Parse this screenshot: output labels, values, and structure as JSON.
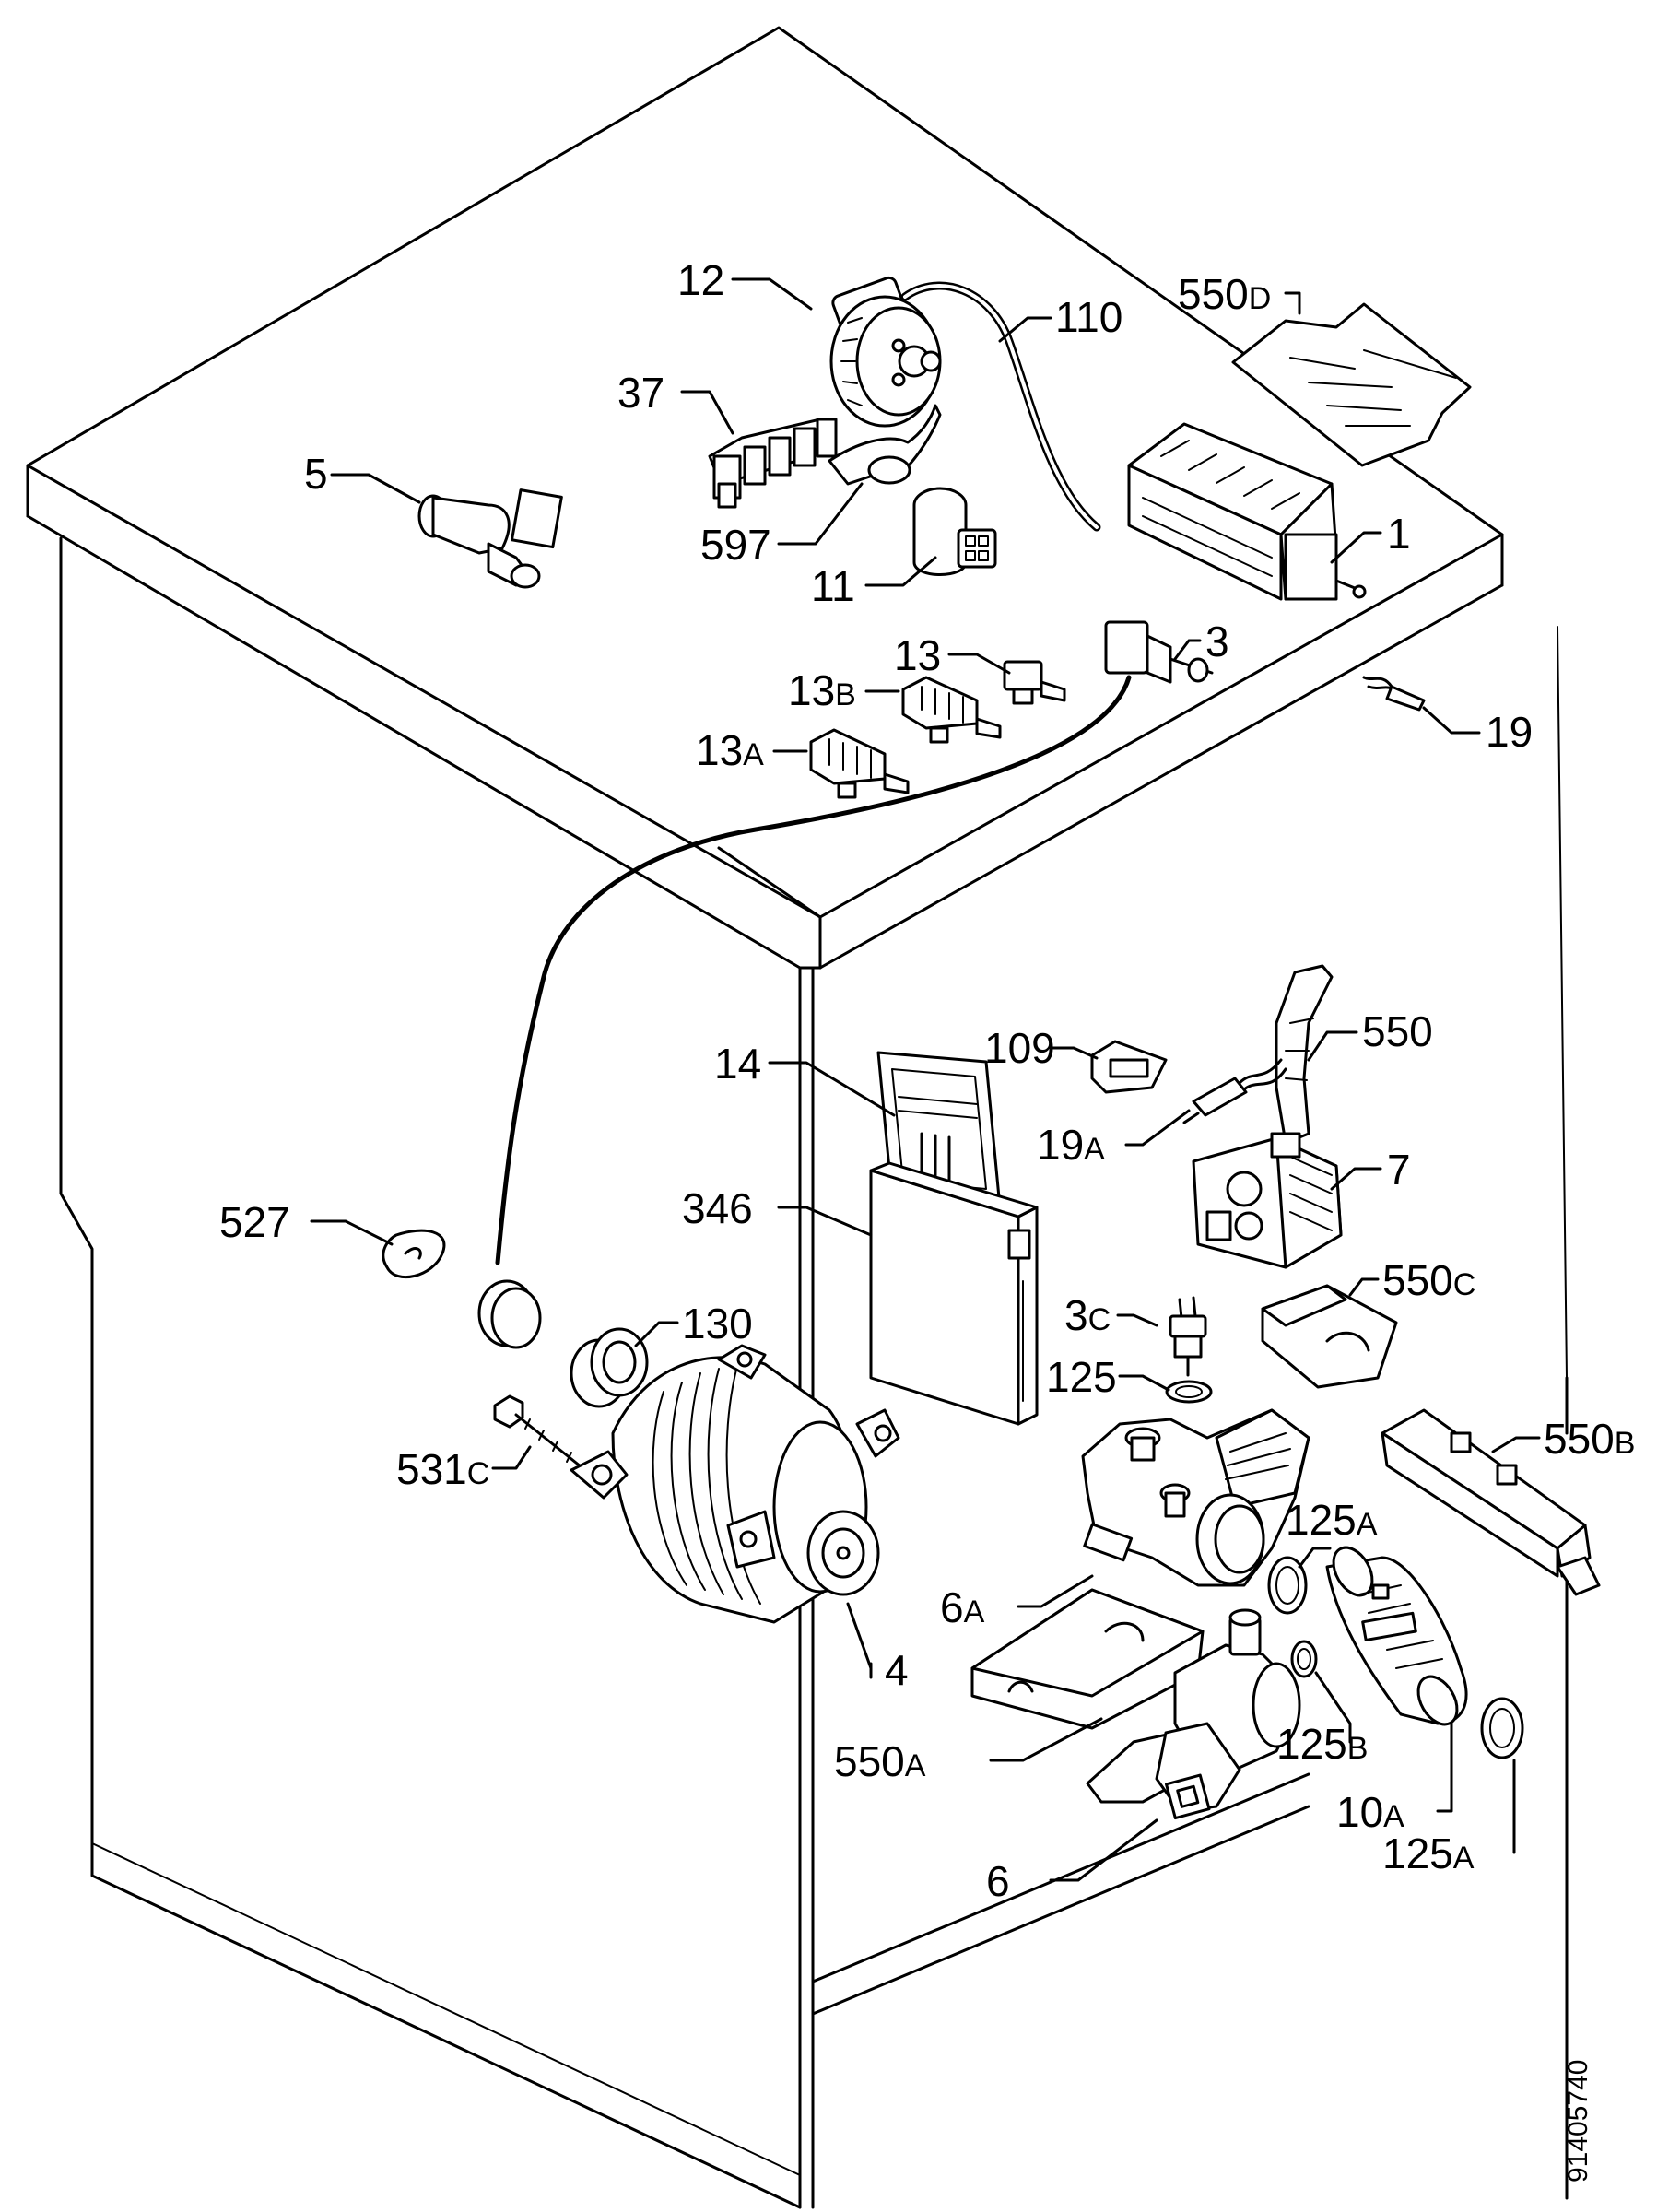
{
  "document_number": "91405740",
  "callouts": [
    {
      "id": "12",
      "main": "12",
      "sub": ""
    },
    {
      "id": "110",
      "main": "110",
      "sub": ""
    },
    {
      "id": "550D",
      "main": "550",
      "sub": "D"
    },
    {
      "id": "37",
      "main": "37",
      "sub": ""
    },
    {
      "id": "5",
      "main": "5",
      "sub": ""
    },
    {
      "id": "597",
      "main": "597",
      "sub": ""
    },
    {
      "id": "1",
      "main": "1",
      "sub": ""
    },
    {
      "id": "11",
      "main": "11",
      "sub": ""
    },
    {
      "id": "3",
      "main": "3",
      "sub": ""
    },
    {
      "id": "13",
      "main": "13",
      "sub": ""
    },
    {
      "id": "13B",
      "main": "13",
      "sub": "B"
    },
    {
      "id": "19",
      "main": "19",
      "sub": ""
    },
    {
      "id": "13A",
      "main": "13",
      "sub": "A"
    },
    {
      "id": "109",
      "main": "109",
      "sub": ""
    },
    {
      "id": "550",
      "main": "550",
      "sub": ""
    },
    {
      "id": "14",
      "main": "14",
      "sub": ""
    },
    {
      "id": "19A",
      "main": "19",
      "sub": "A"
    },
    {
      "id": "7",
      "main": "7",
      "sub": ""
    },
    {
      "id": "346",
      "main": "346",
      "sub": ""
    },
    {
      "id": "527",
      "main": "527",
      "sub": ""
    },
    {
      "id": "550C",
      "main": "550",
      "sub": "C"
    },
    {
      "id": "130",
      "main": "130",
      "sub": ""
    },
    {
      "id": "3C",
      "main": "3",
      "sub": "C"
    },
    {
      "id": "125",
      "main": "125",
      "sub": ""
    },
    {
      "id": "531C",
      "main": "531",
      "sub": "C"
    },
    {
      "id": "550B",
      "main": "550",
      "sub": "B"
    },
    {
      "id": "125A-top",
      "main": "125",
      "sub": "A"
    },
    {
      "id": "6A",
      "main": "6",
      "sub": "A"
    },
    {
      "id": "4",
      "main": "4",
      "sub": ""
    },
    {
      "id": "125B",
      "main": "125",
      "sub": "B"
    },
    {
      "id": "550A",
      "main": "550",
      "sub": "A"
    },
    {
      "id": "10A",
      "main": "10",
      "sub": "A"
    },
    {
      "id": "125A-bottom",
      "main": "125",
      "sub": "A"
    },
    {
      "id": "6",
      "main": "6",
      "sub": ""
    }
  ]
}
